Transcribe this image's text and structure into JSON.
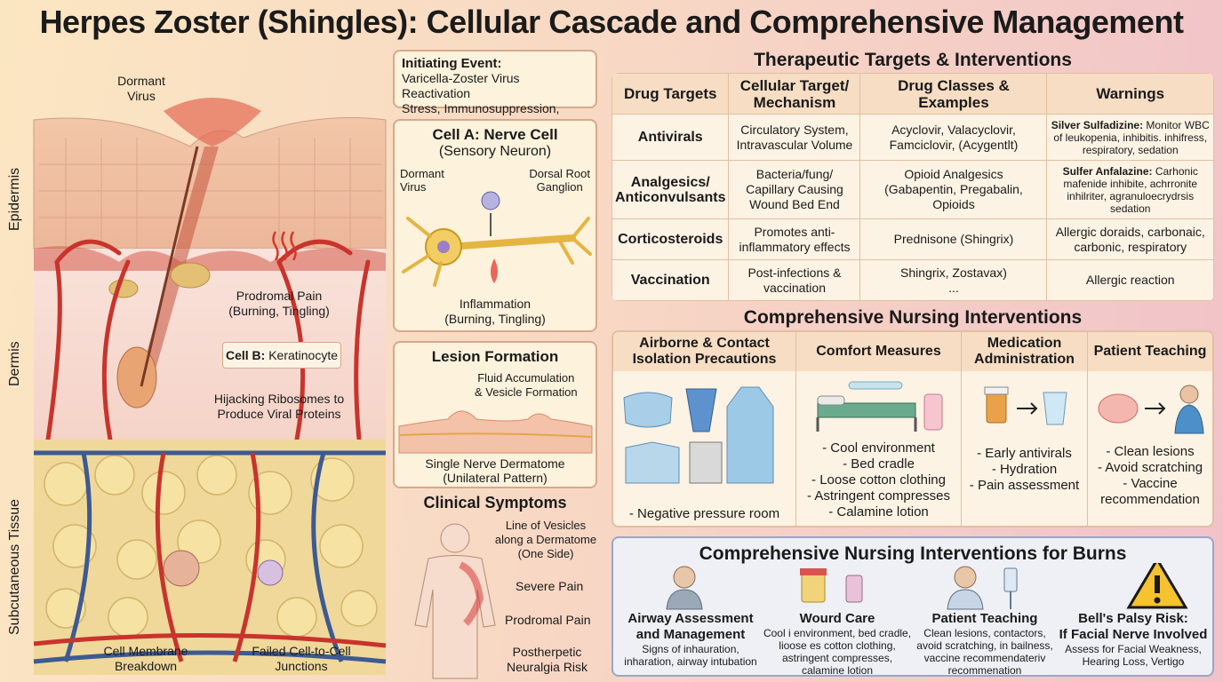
{
  "title": "Herpes Zoster (Shingles): Cellular Cascade and Comprehensive Management",
  "skin": {
    "layers": [
      "Epidermis",
      "Dermis",
      "Subcutaneous Tissue"
    ],
    "dormant_virus": "Dormant\nVirus",
    "prodromal": "Prodromal Pain\n(Burning, Tingling)",
    "cell_b_label": "Cell B:",
    "cell_b_name": "Keratinocyte",
    "hijacking": "Hijacking Ribosomes to\nProduce Viral Proteins",
    "membrane": "Cell Membrane\nBreakdown",
    "junctions": "Failed Cell-to-Cell\nJunctions"
  },
  "initiating": {
    "heading": "Initiating Event:",
    "line1": "Varicella-Zoster Virus Reactivation",
    "line2": "Stress, Immunosuppression, Aging"
  },
  "cell_a": {
    "heading": "Cell A: Nerve Cell",
    "sub": "(Sensory Neuron)",
    "dormant": "Dormant\nVirus",
    "ganglion": "Dorsal Root\nGanglion",
    "inflammation": "Inflammation\n(Burning, Tingling)"
  },
  "lesion": {
    "heading": "Lesion Formation",
    "fluid": "Fluid Accumulation\n& Vesicle Formation",
    "dermatome": "Single Nerve Dermatome\n(Unilateral Pattern)"
  },
  "symptoms": {
    "heading": "Clinical Symptoms",
    "vesicles": "Line of Vesicles\nalong a Dermatome\n(One Side)",
    "severe": "Severe Pain",
    "prodromal": "Prodromal Pain",
    "postherpetic": "Postherpetic\nNeuralgia Risk"
  },
  "therapy": {
    "title": "Therapeutic Targets & Interventions",
    "headers": [
      "Drug Targets",
      "Cellular Target/\nMechanism",
      "Drug Classes & Examples",
      "Warnings"
    ],
    "rows": [
      {
        "target": "Antivirals",
        "mech": "Circulatory System,\nIntravascular Volume",
        "drugs": "Acyclovir, Valacyclovir,\nFamciclovir, (Acygentlt)",
        "warn_b": "Silver Sulfadizine:",
        "warn": " Monitor WBC of leukopenia, inhibitis. inhifress, respiratory, sedation"
      },
      {
        "target": "Analgesics/\nAnticonvulsants",
        "mech": "Bacteria/fung/\nCapillary Causing\nWound Bed End",
        "drugs": "Opioid Analgesics\n(Gabapentin, Pregabalin,\nOpioids",
        "warn_b": "Sulfer Anfalazine:",
        "warn": " Carhonic mafenide inhibite, achrronite inhilriter, agranuloecrydrsis sedation"
      },
      {
        "target": "Corticosteroids",
        "mech": "Promotes anti-\ninflammatory effects",
        "drugs": "Prednisone (Shingrix)",
        "warn_b": "",
        "warn": "Allergic doraids, carbonaic,\ncarbonic, respiratory"
      },
      {
        "target": "Vaccination",
        "mech": "Post-infections &\nvaccination",
        "drugs": "Shingrix, Zostavax)\n...",
        "warn_b": "",
        "warn": "Allergic reaction"
      }
    ]
  },
  "nursing": {
    "title": "Comprehensive Nursing Interventions",
    "cols": [
      {
        "head": "Airborne & Contact\nIsolation Precautions",
        "items": "- Negative pressure room"
      },
      {
        "head": "Comfort Measures",
        "items": "- Cool environment\n- Bed cradle\n- Loose cotton clothing\n- Astringent compresses\n- Calamine lotion"
      },
      {
        "head": "Medication\nAdministration",
        "items": "- Early antivirals\n- Hydration\n- Pain assessment"
      },
      {
        "head": "Patient Teaching",
        "items": "- Clean lesions\n- Avoid scratching\n- Vaccine\nrecommendation"
      }
    ]
  },
  "burns": {
    "title": "Comprehensive Nursing Interventions for Burns",
    "cols": [
      {
        "head": "Airway Assessment\nand Management",
        "body": "Signs of inhauration,\ninharation, airway intubation"
      },
      {
        "head": "Wourd Care",
        "body": "Cool i environment, bed cradle,\nlioose es cotton clothing,\nastringent compresses,\ncalamine lotion"
      },
      {
        "head": "Patient Teaching",
        "body": "Clean lesions, contactors,\navoid scratching, in bailness,\nvaccine recommendateriv\nrecommenation"
      },
      {
        "head": "Bell's Palsy Risk:\nIf Facial Nerve Involved",
        "body": "Assess for Facial Weakness,\nHearing Loss, Vertigo"
      }
    ]
  },
  "colors": {
    "blood": "#c8342c",
    "vein": "#3d5a92",
    "fat": "#f3dc8a",
    "accent": "#d8a88a"
  }
}
